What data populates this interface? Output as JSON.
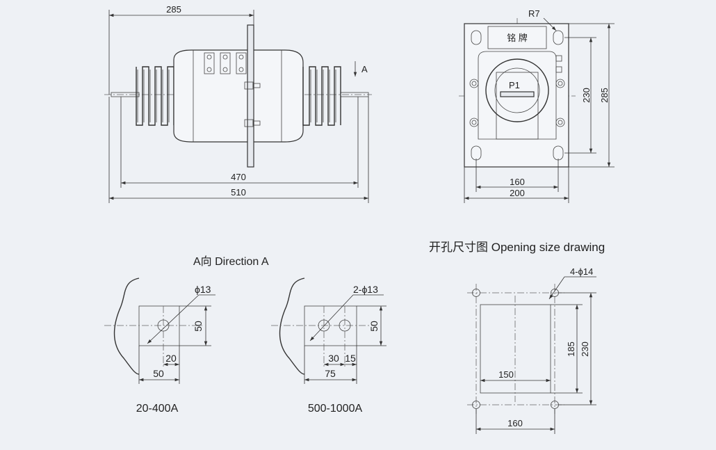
{
  "front_view": {
    "dim_top": "285",
    "dim_inner": "470",
    "dim_outer": "510",
    "arrow_label": "A"
  },
  "side_view": {
    "radius_label": "R7",
    "nameplate": "铭    牌",
    "terminal_label": "P1",
    "dim_height_inner": "230",
    "dim_height_outer": "285",
    "dim_width_inner": "160",
    "dim_width_outer": "200"
  },
  "direction_a": {
    "title": "A向 Direction A",
    "small": {
      "hole": "ϕ13",
      "height": "50",
      "offset": "20",
      "width": "50",
      "caption": "20-400A"
    },
    "large": {
      "hole": "2-ϕ13",
      "height": "50",
      "offset_a": "30",
      "offset_b": "15",
      "width": "75",
      "caption": "500-1000A"
    }
  },
  "opening": {
    "title": "开孔尺寸图  Opening size drawing",
    "holes": "4-ϕ14",
    "inner_width": "150",
    "inner_height": "185",
    "outer_height": "230",
    "hole_spacing": "160"
  }
}
